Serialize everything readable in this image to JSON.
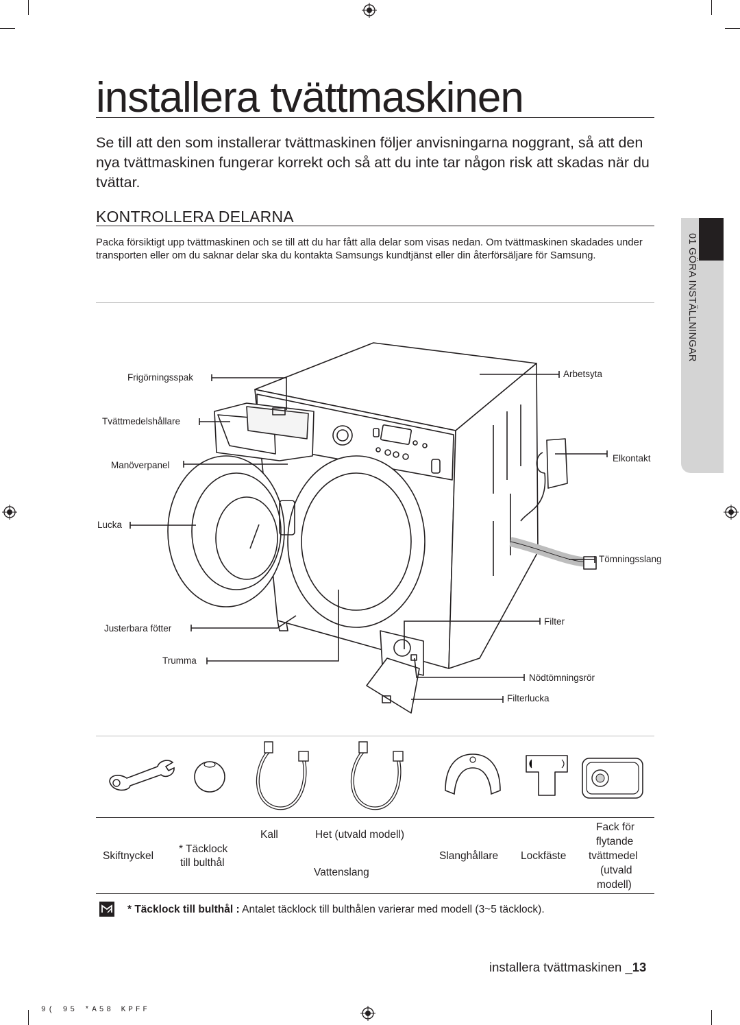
{
  "page": {
    "title": "installera tvättmaskinen",
    "intro": "Se till att den som installerar tvättmaskinen följer anvisningarna noggrant, så att den nya tvättmaskinen fungerar korrekt och så att du inte tar någon risk att skadas när du tvättar."
  },
  "section": {
    "heading": "KONTROLLERA DELARNA",
    "body": "Packa försiktigt upp tvättmaskinen och se till att du har fått alla delar som visas nedan. Om tvättmaskinen skadades under transporten eller om du saknar delar ska du kontakta Samsungs kundtjänst eller din återförsäljare för Samsung."
  },
  "side_tab": {
    "label": "01 GÖRA INSTÄLLNINGAR"
  },
  "diagram": {
    "labels": {
      "release_lever": "Frigörningsspak",
      "detergent_drawer": "Tvättmedelshållare",
      "control_panel": "Manöverpanel",
      "door": "Lucka",
      "adjustable_feet": "Justerbara fötter",
      "drum": "Trumma",
      "worktop": "Arbetsyta",
      "power_plug": "Elkontakt",
      "drain_hose": "Tömningsslang",
      "filter": "Filter",
      "emergency_drain_tube": "Nödtömningsrör",
      "filter_cover": "Filterlucka"
    }
  },
  "parts": {
    "spanner": "Skiftnyckel",
    "bolt_cap_1": "* Täcklock",
    "bolt_cap_2": "till bulthål",
    "cold": "Kall",
    "hot": "Het (utvald modell)",
    "water_hose": "Vattenslang",
    "hose_guide": "Slanghållare",
    "cap_holder": "Lockfäste",
    "liquid_compartment_1": "Fack för",
    "liquid_compartment_2": "flytande",
    "liquid_compartment_3": "tvättmedel",
    "liquid_compartment_4": "(utvald",
    "liquid_compartment_5": "modell)"
  },
  "note": {
    "bold": "* Täcklock till bulthål :",
    "text": " Antalet täcklock till bulthålen varierar med modell (3~5 täcklock)."
  },
  "footer": {
    "text": "installera tvättmaskinen _",
    "page_number": "13"
  },
  "print_code": "9(  95      *A58 KPFF"
}
